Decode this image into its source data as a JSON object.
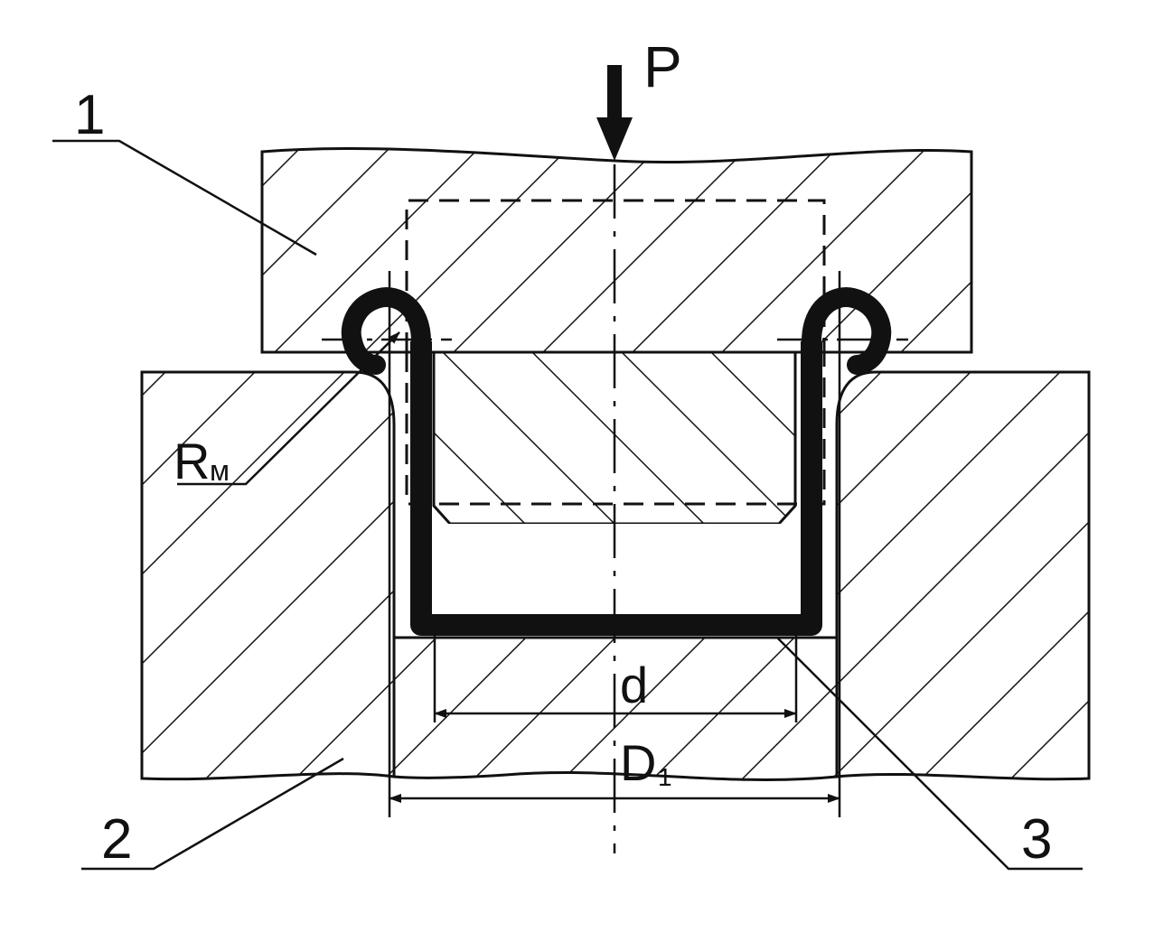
{
  "labels": {
    "punch_number": "1",
    "die_number": "2",
    "workpiece_number": "3",
    "force": "P",
    "radius_main": "R",
    "radius_sub": "м",
    "inner_diameter": "d",
    "outer_diameter_main": "D",
    "outer_diameter_sub": "1"
  },
  "colors": {
    "ink": "#111111",
    "background": "#ffffff"
  }
}
